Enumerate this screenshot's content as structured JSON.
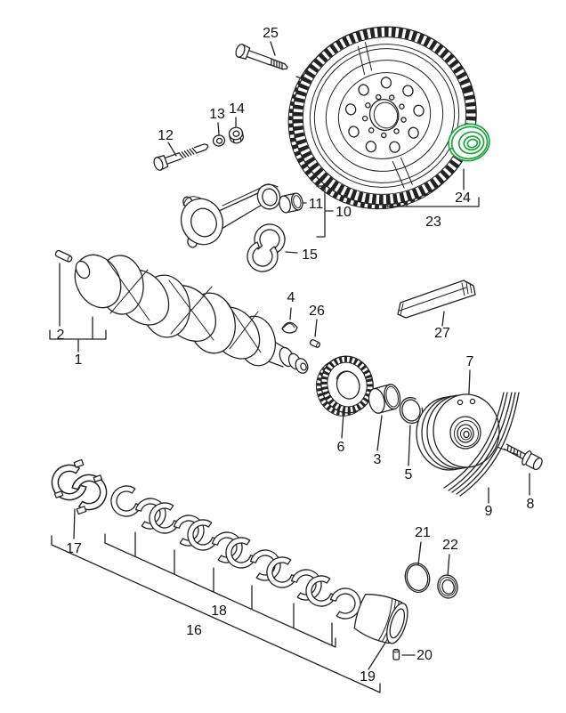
{
  "diagram": {
    "background": "#ffffff",
    "line_color": "#222222",
    "text_color": "#111111",
    "highlight_color": "#1fa13c",
    "highlighted_part": "24",
    "callouts": [
      {
        "id": "1",
        "label": "1"
      },
      {
        "id": "2",
        "label": "2"
      },
      {
        "id": "3",
        "label": "3"
      },
      {
        "id": "4",
        "label": "4"
      },
      {
        "id": "5",
        "label": "5"
      },
      {
        "id": "6",
        "label": "6"
      },
      {
        "id": "7",
        "label": "7"
      },
      {
        "id": "8",
        "label": "8"
      },
      {
        "id": "9",
        "label": "9"
      },
      {
        "id": "10",
        "label": "10"
      },
      {
        "id": "11",
        "label": "11"
      },
      {
        "id": "12",
        "label": "12"
      },
      {
        "id": "13",
        "label": "13"
      },
      {
        "id": "14",
        "label": "14"
      },
      {
        "id": "15",
        "label": "15"
      },
      {
        "id": "16",
        "label": "16"
      },
      {
        "id": "17",
        "label": "17"
      },
      {
        "id": "18",
        "label": "18"
      },
      {
        "id": "19",
        "label": "19"
      },
      {
        "id": "20",
        "label": "20"
      },
      {
        "id": "21",
        "label": "21"
      },
      {
        "id": "22",
        "label": "22"
      },
      {
        "id": "23",
        "label": "23"
      },
      {
        "id": "24",
        "label": "24"
      },
      {
        "id": "25",
        "label": "25"
      },
      {
        "id": "26",
        "label": "26"
      },
      {
        "id": "27",
        "label": "27"
      }
    ]
  }
}
